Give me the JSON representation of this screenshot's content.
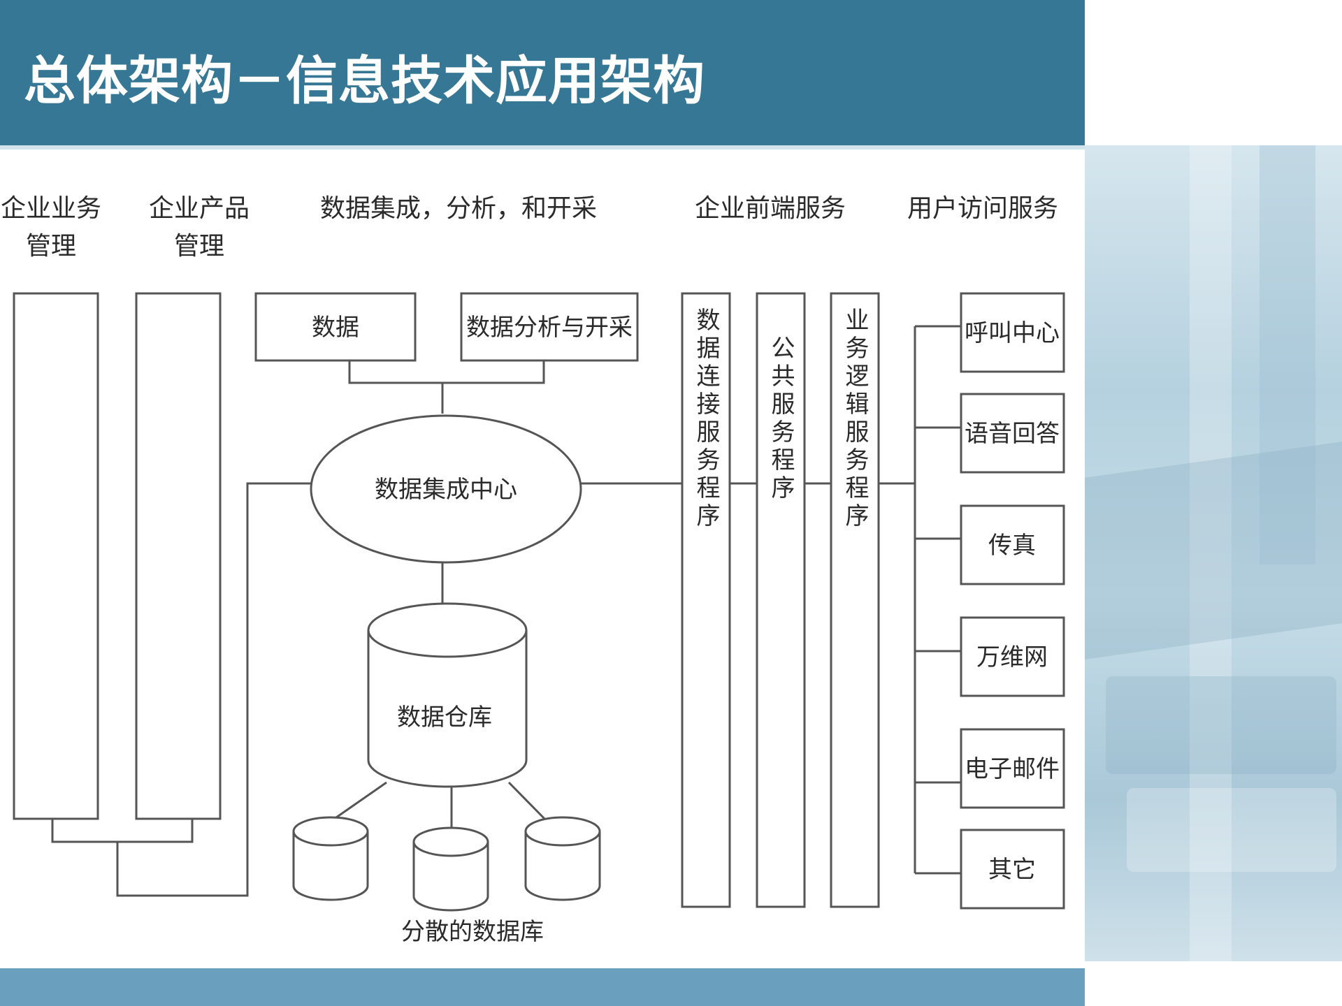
{
  "title": "总体架构－信息技术应用架构",
  "columns": {
    "biz_mgmt": [
      "企业业务",
      "管理"
    ],
    "product_mgmt": [
      "企业产品",
      "管理"
    ],
    "data_integration": "数据集成，分析，和开采",
    "frontend_services": "企业前端服务",
    "user_access": "用户访问服务"
  },
  "boxes": {
    "data": "数据",
    "data_analysis": "数据分析与开采",
    "integration_center": "数据集成中心",
    "warehouse": "数据仓库",
    "distributed_db": "分散的数据库",
    "data_connection": "数据连接服务程序",
    "public_service": "公共服务程序",
    "business_logic": "业务逻辑服务程序"
  },
  "access_channels": [
    "呼叫中心",
    "语音回答",
    "传真",
    "万维网",
    "电子邮件",
    "其它"
  ],
  "colors": {
    "title_bar": "#357794",
    "footer_bar": "#6a9fbe",
    "line": "#555555"
  }
}
